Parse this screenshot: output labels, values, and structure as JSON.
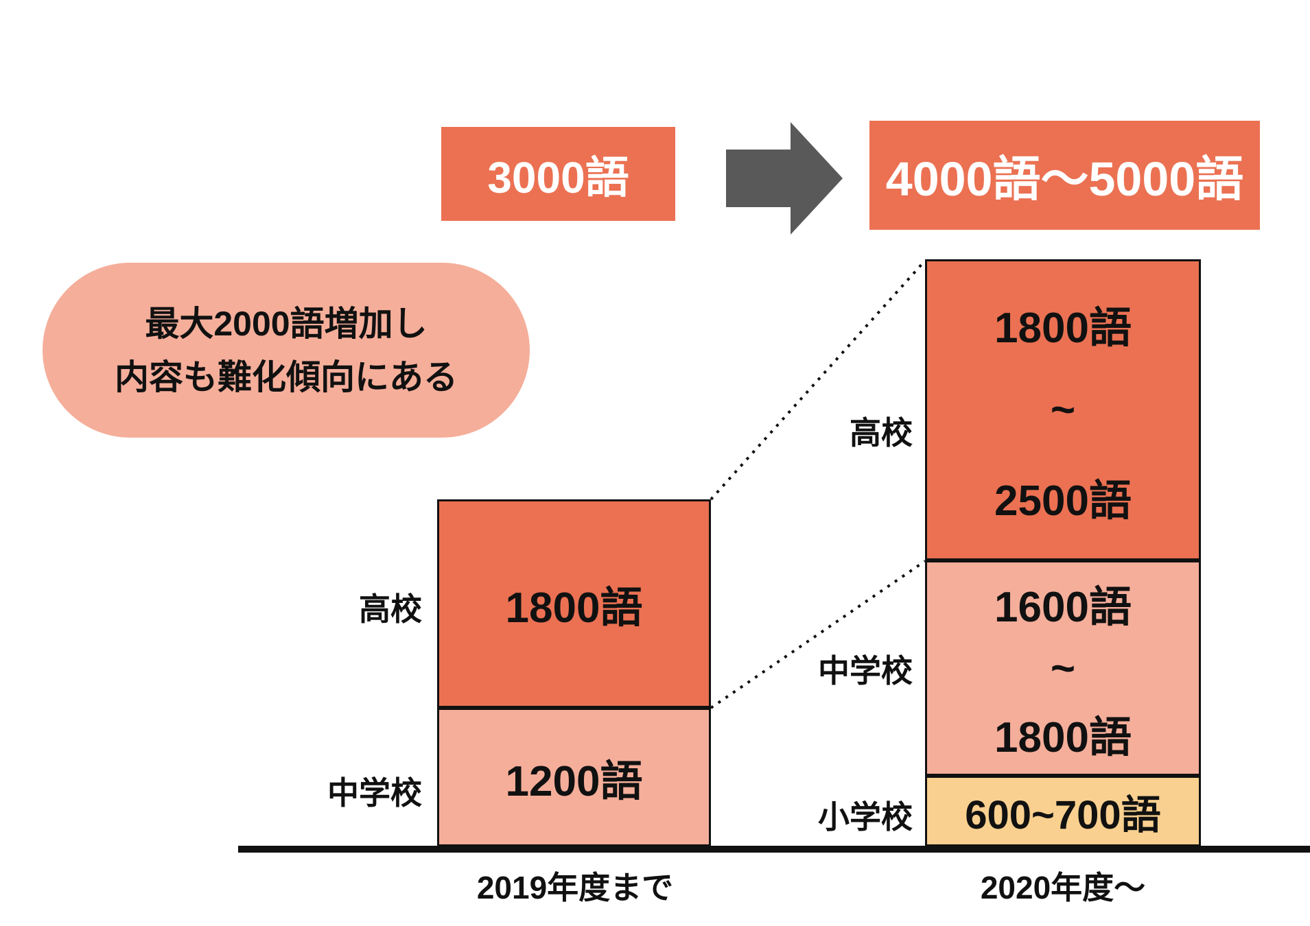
{
  "summary_flow": {
    "before": "3000語",
    "after": "4000語〜5000語"
  },
  "callout": {
    "line1": "最大2000語増加し",
    "line2": "内容も難化傾向にある"
  },
  "left_bar": {
    "axis_label": "2019年度まで",
    "segments": {
      "koukou": {
        "label": "高校",
        "value": "1800語"
      },
      "chuugakkou": {
        "label": "中学校",
        "value": "1200語"
      }
    }
  },
  "right_bar": {
    "axis_label": "2020年度〜",
    "segments": {
      "koukou": {
        "label": "高校",
        "min": "1800語",
        "tilde": "~",
        "max": "2500語"
      },
      "chuugakkou": {
        "label": "中学校",
        "min": "1600語",
        "tilde": "~",
        "max": "1800語"
      },
      "shougakkou": {
        "label": "小学校",
        "value": "600~700語"
      }
    }
  },
  "colors": {
    "coral": "#EB7152",
    "salmon": "#F5AE9A",
    "amber": "#F9D08F",
    "arrow-gray": "#595959",
    "ink": "#111111"
  },
  "chart_data": {
    "type": "bar",
    "stacked": true,
    "unit": "語",
    "title": "",
    "categories": [
      "2019年度まで",
      "2020年度〜"
    ],
    "series": [
      {
        "name": "小学校",
        "values": [
          0,
          650
        ],
        "range_labels": [
          null,
          "600~700語"
        ],
        "color": "#F9D08F"
      },
      {
        "name": "中学校",
        "values": [
          1200,
          1700
        ],
        "range_labels": [
          "1200語",
          "1600語~1800語"
        ],
        "color": "#F5AE9A"
      },
      {
        "name": "高校",
        "values": [
          1800,
          2150
        ],
        "range_labels": [
          "1800語",
          "1800語~2500語"
        ],
        "color": "#EB7152"
      }
    ],
    "totals": {
      "before": "3000語",
      "after": "4000語〜5000語"
    },
    "annotation": "最大2000語増加し内容も難化傾向にある",
    "legend": false,
    "grid": false
  }
}
